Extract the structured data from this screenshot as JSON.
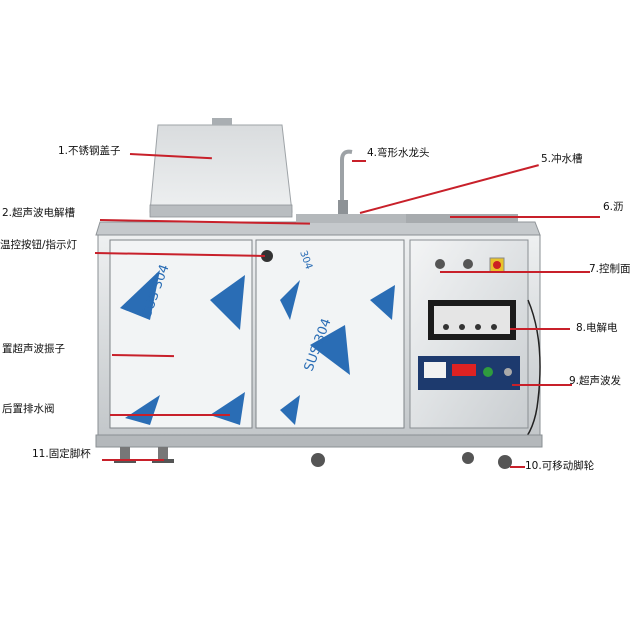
{
  "callouts": [
    {
      "id": "c1",
      "text": "1.不锈钢盖子"
    },
    {
      "id": "c2",
      "text": "2.超声波电解槽"
    },
    {
      "id": "c3",
      "text": "温控按钮/指示灯"
    },
    {
      "id": "c4",
      "text": "4.弯形水龙头"
    },
    {
      "id": "c5",
      "text": "5.冲水槽"
    },
    {
      "id": "c6",
      "text": "6.沥"
    },
    {
      "id": "c7",
      "text": "7.控制面"
    },
    {
      "id": "c8",
      "text": "8.电解电"
    },
    {
      "id": "c9",
      "text": "9.超声波发"
    },
    {
      "id": "c10",
      "text": "10.可移动脚轮"
    },
    {
      "id": "c11",
      "text": "11.固定脚杯"
    },
    {
      "id": "c12",
      "text": "置超声波振子"
    },
    {
      "id": "c13",
      "text": "后置排水阀"
    }
  ],
  "panel_markings": {
    "sus": "SUS 304",
    "num": "304"
  },
  "colors": {
    "leader_line": "#c8202a",
    "steel_light": "#e9ebec",
    "steel_dark": "#b9bcbf",
    "logo_blue": "#2a6db5"
  }
}
